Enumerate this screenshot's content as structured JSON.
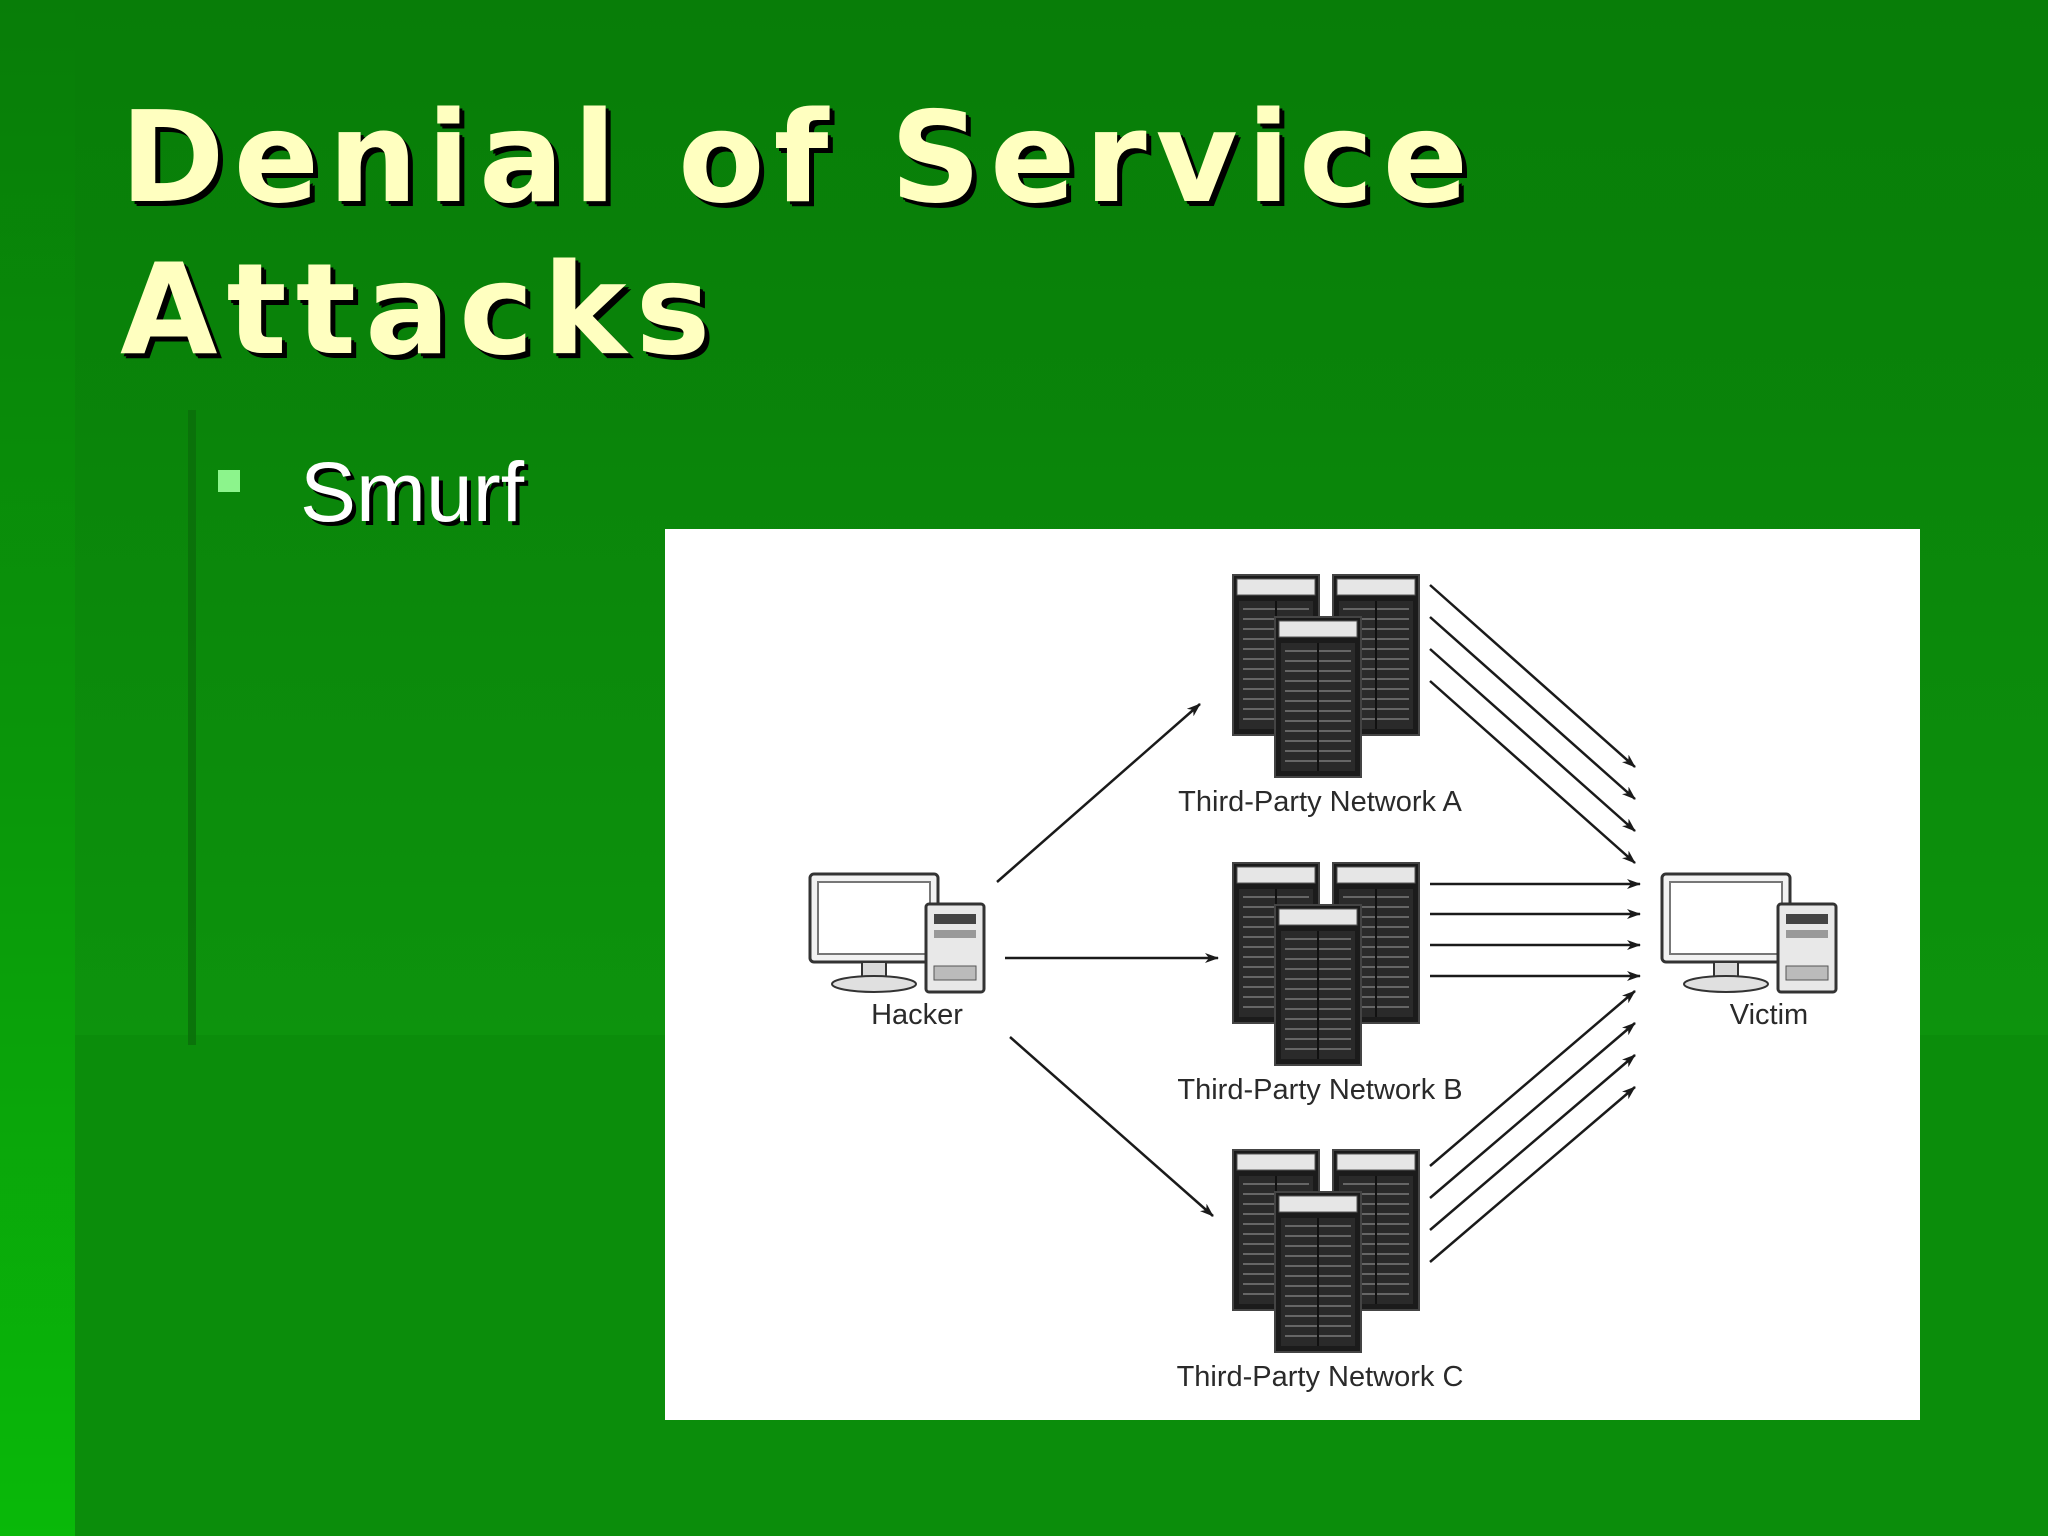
{
  "slide": {
    "title_line1": "Denial of Service",
    "title_line2": "Attacks",
    "bullets": [
      "Smurf"
    ]
  },
  "diagram": {
    "nodes": {
      "hacker": "Hacker",
      "network_a": "Third-Party Network A",
      "network_b": "Third-Party Network B",
      "network_c": "Third-Party Network C",
      "victim": "Victim"
    },
    "edges": [
      {
        "from": "Hacker",
        "to": "Third-Party Network A",
        "arrows": 1
      },
      {
        "from": "Hacker",
        "to": "Third-Party Network B",
        "arrows": 1
      },
      {
        "from": "Hacker",
        "to": "Third-Party Network C",
        "arrows": 1
      },
      {
        "from": "Third-Party Network A",
        "to": "Victim",
        "arrows": 4
      },
      {
        "from": "Third-Party Network B",
        "to": "Victim",
        "arrows": 4
      },
      {
        "from": "Third-Party Network C",
        "to": "Victim",
        "arrows": 4
      }
    ]
  }
}
